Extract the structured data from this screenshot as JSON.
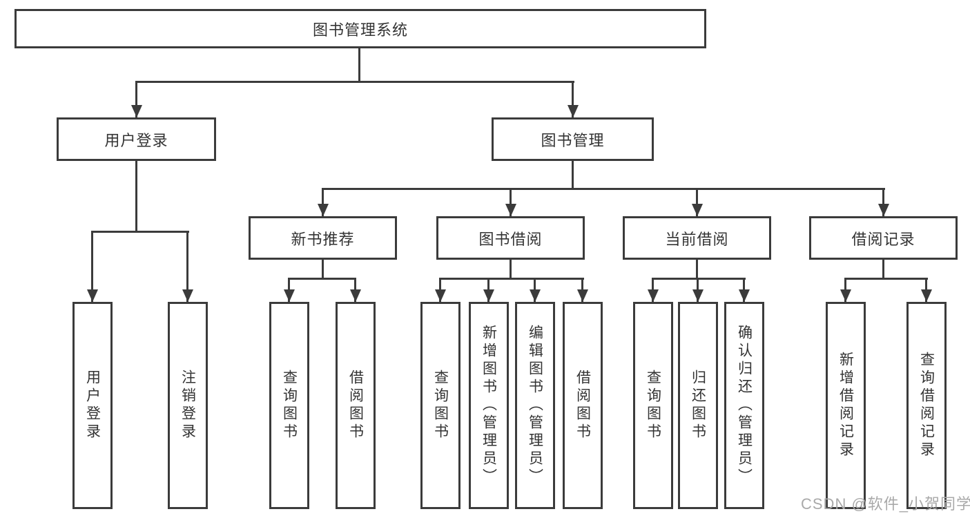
{
  "colors": {
    "line": "#3b3b3b",
    "text": "#333333",
    "watermark": "#a9a9a9",
    "background": "#ffffff"
  },
  "tree": {
    "root": {
      "label": "图书管理系统"
    },
    "level1": [
      {
        "id": "user-login",
        "label": "用户登录"
      },
      {
        "id": "book-management",
        "label": "图书管理"
      }
    ],
    "level2": [
      {
        "id": "new-book-recommend",
        "label": "新书推荐"
      },
      {
        "id": "book-borrowing",
        "label": "图书借阅"
      },
      {
        "id": "current-borrowing",
        "label": "当前借阅"
      },
      {
        "id": "borrowing-records",
        "label": "借阅记录"
      }
    ],
    "leaves": [
      {
        "id": "leaf-user-login",
        "parent": "user-login",
        "label": "用户登录"
      },
      {
        "id": "leaf-logout",
        "parent": "user-login",
        "label": "注销登录"
      },
      {
        "id": "leaf-query-books-recommend",
        "parent": "new-book-recommend",
        "label": "查询图书"
      },
      {
        "id": "leaf-borrow-books-recommend",
        "parent": "new-book-recommend",
        "label": "借阅图书"
      },
      {
        "id": "leaf-query-books-borrowing",
        "parent": "book-borrowing",
        "label": "查询图书"
      },
      {
        "id": "leaf-add-books-admin",
        "parent": "book-borrowing",
        "label": "新增图书（管理员）"
      },
      {
        "id": "leaf-edit-books-admin",
        "parent": "book-borrowing",
        "label": "编辑图书（管理员）"
      },
      {
        "id": "leaf-borrow-books-borrowing",
        "parent": "book-borrowing",
        "label": "借阅图书"
      },
      {
        "id": "leaf-query-books-current",
        "parent": "current-borrowing",
        "label": "查询图书"
      },
      {
        "id": "leaf-return-books",
        "parent": "current-borrowing",
        "label": "归还图书"
      },
      {
        "id": "leaf-confirm-return-admin",
        "parent": "current-borrowing",
        "label": "确认归还（管理员）"
      },
      {
        "id": "leaf-add-borrow-record",
        "parent": "borrowing-records",
        "label": "新增借阅记录"
      },
      {
        "id": "leaf-query-borrow-record",
        "parent": "borrowing-records",
        "label": "查询借阅记录"
      }
    ]
  },
  "watermark": {
    "text": "CSDN @软件_小贺同学"
  }
}
